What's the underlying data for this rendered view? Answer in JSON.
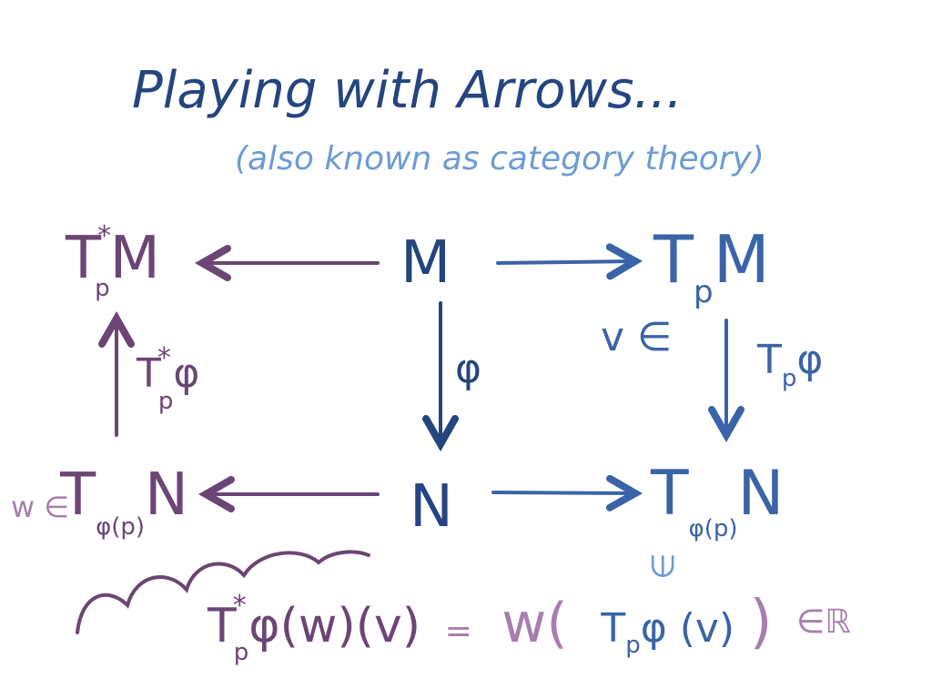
{
  "title": "Playing with Arrows...",
  "subtitle": "(also known as category theory)",
  "nodes": {
    "M": "M",
    "N": "N",
    "cotangent_M": {
      "base": "T",
      "sub": "p",
      "sup": "*",
      "space": "M"
    },
    "tangent_M": {
      "base": "T",
      "sub": "p",
      "space": "M",
      "membership": "v ∈"
    },
    "cotangent_N": {
      "base": "T",
      "sub": "φ(p)",
      "space": "N",
      "membership": "w ∈"
    },
    "tangent_N": {
      "base": "T",
      "sub": "φ(p)",
      "space": "N"
    }
  },
  "arrow_labels": {
    "phi": "φ",
    "pushforward": {
      "base": "T",
      "sub": "p",
      "map": "φ"
    },
    "pullback": {
      "base": "T",
      "sub": "p",
      "sup": "*",
      "map": "φ"
    }
  },
  "equation": {
    "lhs_base": "T",
    "lhs_sub": "p",
    "lhs_sup": "*",
    "lhs_rest": "φ(w)(v)",
    "equals": "=",
    "w_open": "w(",
    "inner_base": "T",
    "inner_sub": "p",
    "inner_rest": "φ (v)",
    "close": ")",
    "in_reals": "∈ℝ",
    "element_mark": "∈"
  },
  "colors": {
    "dark_blue": "#24457f",
    "mid_blue": "#3a64a8",
    "light_blue": "#6c9cd3",
    "purple": "#6b4675",
    "light_purple": "#a67fae"
  }
}
